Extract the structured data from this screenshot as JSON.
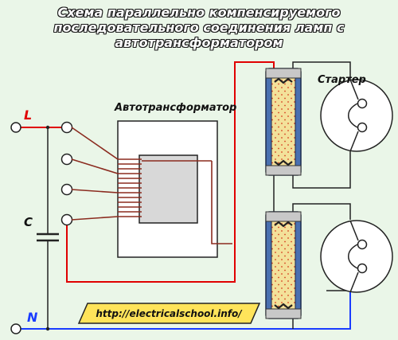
{
  "title": {
    "line1": "Схема параллельно компенсируемого",
    "line2": "последовательного соединения ламп с",
    "line3": "автотрансформатором"
  },
  "labels": {
    "autotransformer": "Автотрансформатор",
    "starter": "Стартер",
    "phase": "L",
    "neutral": "N",
    "capacitor": "C",
    "url": "http://electricalschool.info/"
  },
  "colors": {
    "background": "#eaf6e8",
    "live_wire": "#e00000",
    "neutral_wire": "#1a3cff",
    "tap_wire": "#8b2b1f",
    "lamp_fill": "#f3e19a",
    "lamp_glass": "#4a70b0",
    "url_badge": "#ffe45a"
  }
}
